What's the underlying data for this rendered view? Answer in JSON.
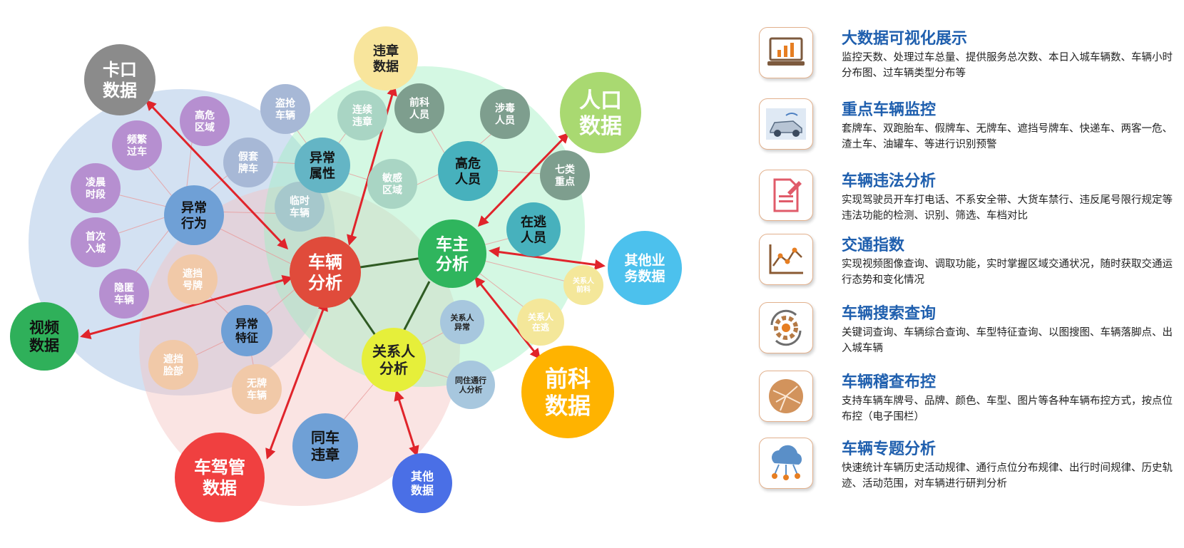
{
  "diagram": {
    "hubs": {
      "vehicle": "车辆\n分析",
      "owner": "车主\n分析",
      "relation": "关系人\n分析"
    },
    "groups": {
      "abnormal_behavior": "异常\n行为",
      "abnormal_attribute": "异常\n属性",
      "abnormal_feature": "异常\n特征",
      "high_risk_person": "高危\n人员",
      "fugitive": "在逃\n人员",
      "same_vehicle_violation": "同车\n违章"
    },
    "behavior_items": {
      "high_risk_area": "高危\n区域",
      "frequent_pass": "频繁\n过车",
      "early_morning": "凌晨\n时段",
      "first_entry": "首次\n入城",
      "hidden_vehicle": "隐匿\n车辆"
    },
    "attribute_items": {
      "robbed_vehicle": "盗抢\n车辆",
      "continuous_violation": "连续\n违章",
      "fake_plate": "假套\n牌车",
      "temporary_vehicle": "临时\n车辆",
      "sensitive_area": "敏感\n区域"
    },
    "feature_items": {
      "covered_plate": "遮挡\n号牌",
      "covered_face": "遮挡\n脸部",
      "no_plate": "无牌\n车辆"
    },
    "person_items": {
      "criminal_record_person": "前科\n人员",
      "drug_person": "涉毒\n人员",
      "seven_key": "七类\n重点"
    },
    "relation_items": {
      "relation_record": "关系人\n前科",
      "relation_fugitive": "关系人\n在逃",
      "relation_abnormal": "关系人\n异常",
      "co_travel": "同住通行\n人分析"
    },
    "sources": {
      "checkpoint": "卡口\n数据",
      "violation": "违章\n数据",
      "population": "人口\n数据",
      "other_business": "其他业\n务数据",
      "criminal_record": "前科\n数据",
      "other": "其他\n数据",
      "license_mgmt": "车驾管\n数据",
      "video": "视频\n数据"
    }
  },
  "features": [
    {
      "title": "大数据可视化展示",
      "desc": "监控天数、处理过车总量、提供服务总次数、本日入城车辆数、车辆小时分布图、过车辆类型分布等",
      "icon": "laptop-chart-icon"
    },
    {
      "title": "重点车辆监控",
      "desc": "套牌车、双跑胎车、假牌车、无牌车、遮挡号牌车、快递车、两客一危、渣土车、油罐车、等进行识别预警",
      "icon": "car-radar-icon"
    },
    {
      "title": "车辆违法分析",
      "desc": "实现驾驶员开车打电话、不系安全带、大货车禁行、违反尾号限行规定等违法功能的检测、识别、筛选、车档对比",
      "icon": "document-edit-icon"
    },
    {
      "title": "交通指数",
      "desc": "实现视频图像查询、调取功能，实时掌握区域交通状况，随时获取交通运行态势和变化情况",
      "icon": "line-chart-icon"
    },
    {
      "title": "车辆搜索查询",
      "desc": "关键词查询、车辆综合查询、车型特征查询、以图搜图、车辆落脚点、出入城车辆",
      "icon": "gear-refresh-icon"
    },
    {
      "title": "车辆稽查布控",
      "desc": "支持车辆车牌号、品牌、颜色、车型、图片等各种车辆布控方式，按点位布控（电子围栏）",
      "icon": "map-network-icon"
    },
    {
      "title": "车辆专题分析",
      "desc": "快速统计车辆历史活动规律、通行点位分布规律、出行时间规律、历史轨迹、活动范围，对车辆进行研判分析",
      "icon": "cloud-network-icon"
    }
  ]
}
